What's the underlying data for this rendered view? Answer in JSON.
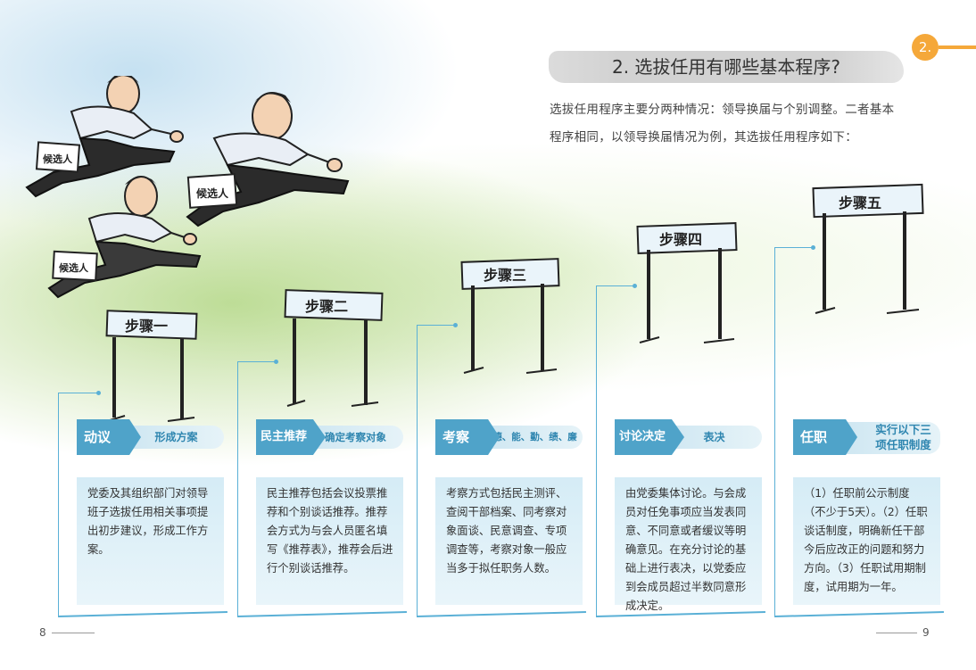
{
  "chapter_badge": "2.",
  "title": "2. 选拔任用有哪些基本程序?",
  "intro": "选拔任用程序主要分两种情况：领导换届与个别调整。二者基本程序相同，以领导换届情况为例，其选拔任用程序如下：",
  "runner_sign": "候选人",
  "hurdles": [
    "步骤一",
    "步骤二",
    "步骤三",
    "步骤四",
    "步骤五"
  ],
  "steps": [
    {
      "stage": "动议",
      "label": "形成方案",
      "text": "党委及其组织部门对领导班子选拔任用相关事项提出初步建议，形成工作方案。"
    },
    {
      "stage": "民主推荐",
      "label": "确定考察对象",
      "text": "民主推荐包括会议投票推荐和个别谈话推荐。推荐会方式为与会人员匿名填写《推荐表》，推荐会后进行个别谈话推荐。"
    },
    {
      "stage": "考察",
      "label": "德、能、勤、绩、廉",
      "text": "考察方式包括民主测评、查阅干部档案、同考察对象面谈、民意调查、专项调查等，考察对象一般应当多于拟任职务人数。"
    },
    {
      "stage": "讨论决定",
      "label": "表决",
      "text": "由党委集体讨论。与会成员对任免事项应当发表同意、不同意或者缓议等明确意见。在充分讨论的基础上进行表决，以党委应到会成员超过半数同意形成决定。"
    },
    {
      "stage": "任职",
      "label": "实行以下三项任职制度",
      "text": "（1）任职前公示制度（不少于5天）。（2）任职谈话制度，明确新任干部今后应改正的问题和努力方向。（3）任职试用期制度，试用期为一年。"
    }
  ],
  "page_left": "8",
  "page_right": "9",
  "colors": {
    "accent": "#4fa3c9",
    "badge": "#f5a83a"
  }
}
